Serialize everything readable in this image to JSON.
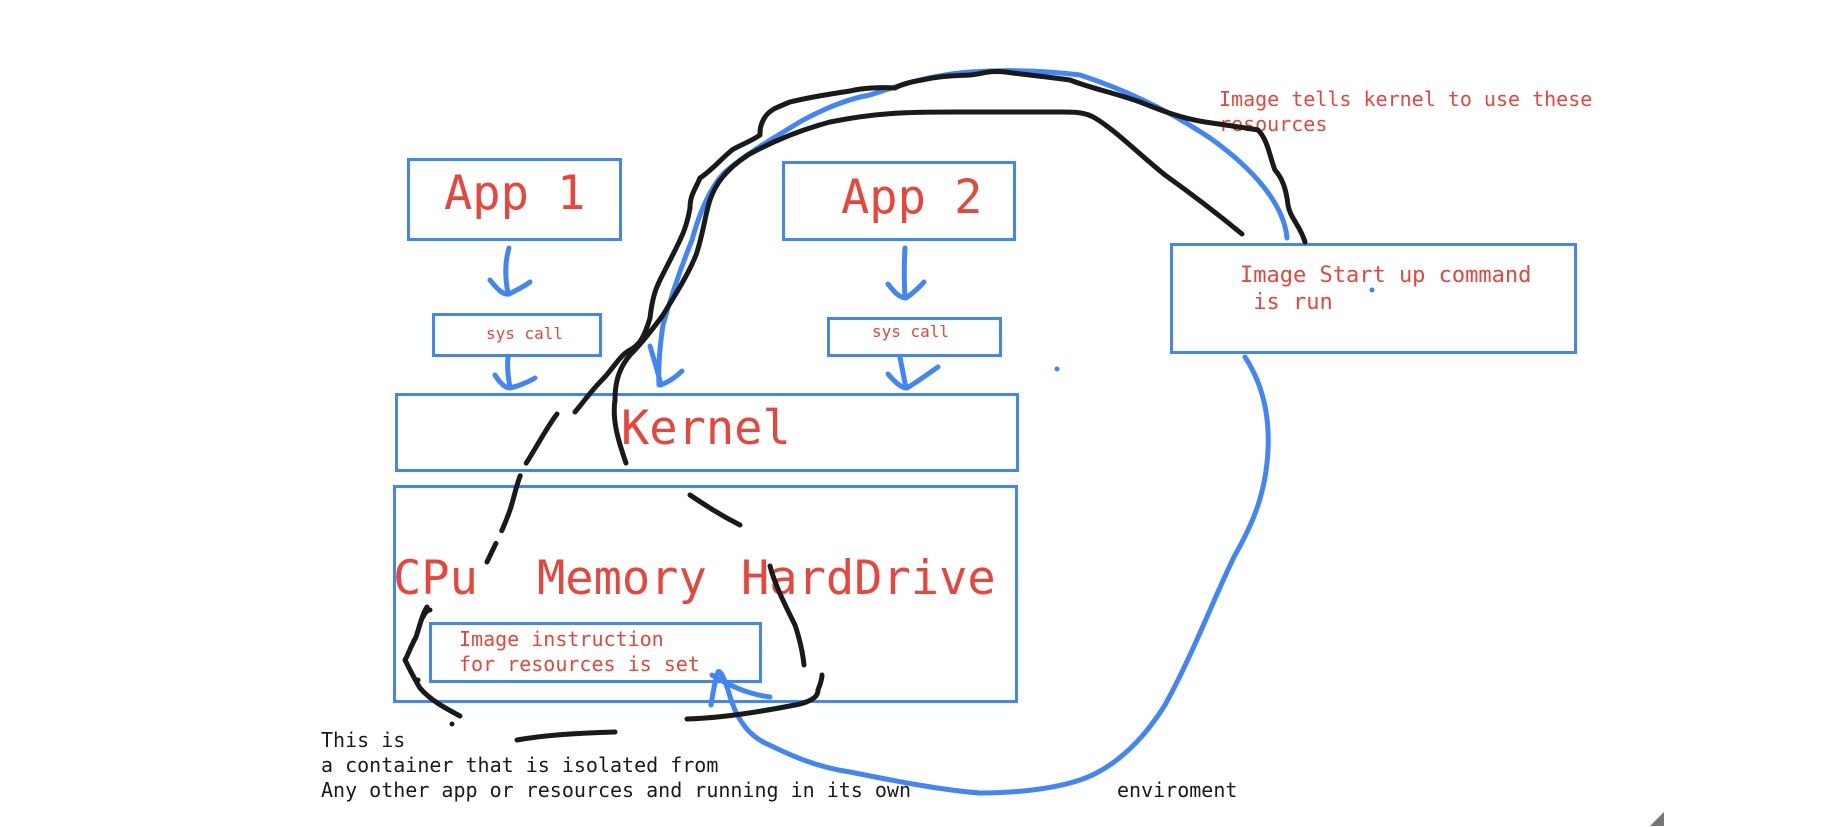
{
  "boxes": {
    "app1": "App 1",
    "app2": "App 2",
    "syscall1": "sys call",
    "syscall2": "sys call",
    "kernel": "Kernel",
    "startup": "Image Start up command\n is run",
    "instruction": "Image instruction\nfor resources is set"
  },
  "resources": {
    "cpu": "CPu",
    "memory": "Memory",
    "harddrive": "HardDrive"
  },
  "annotations": {
    "top_right": "Image tells kernel to use these\nresources"
  },
  "footer": {
    "line1": "This is",
    "line2": "a container that is isolated from",
    "line3a": "Any other app or resources and running in its own",
    "line3b": "enviroment"
  },
  "colors": {
    "box_stroke": "#4285f4",
    "text_red": "#e8453c",
    "ink_black": "#1a1a1a",
    "ink_blue": "#4285f4"
  }
}
